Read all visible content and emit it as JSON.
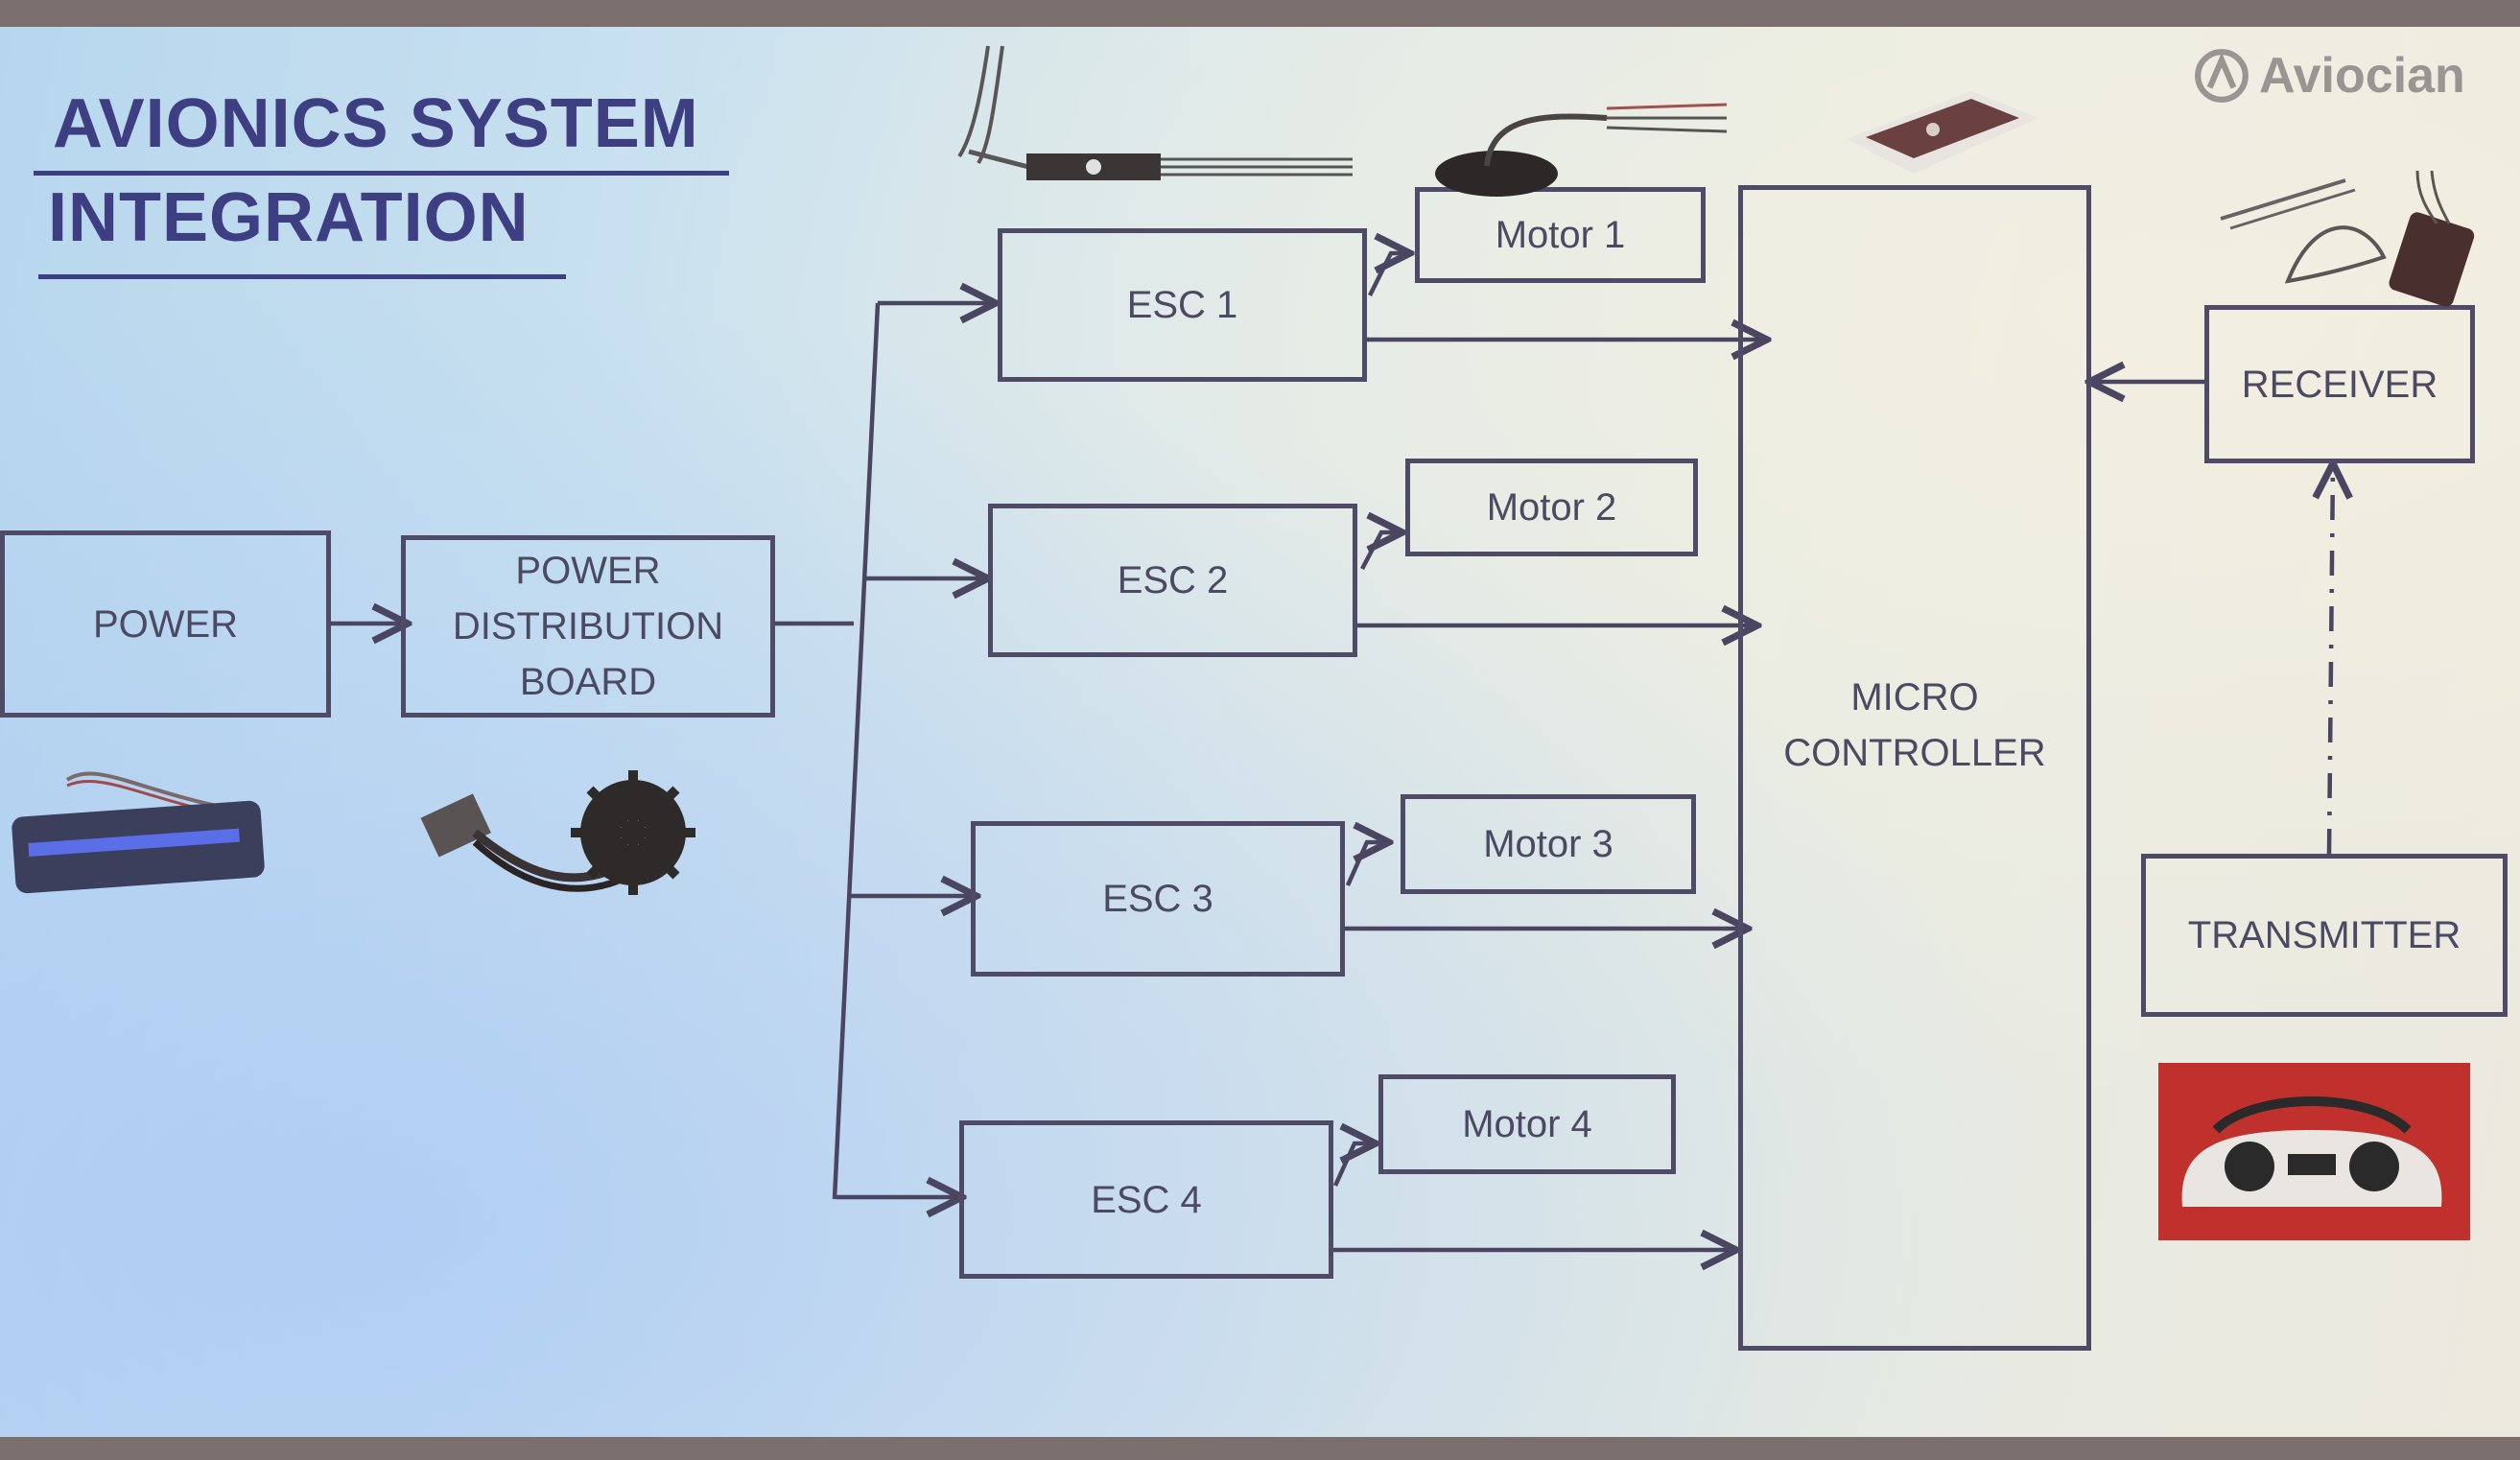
{
  "title": {
    "line1": "AVIONICS SYSTEM",
    "line2": "INTEGRATION"
  },
  "logo": {
    "text": "Aviocian"
  },
  "blocks": {
    "power": "POWER",
    "pdb": "POWER\nDISTRIBUTION\nBOARD",
    "esc1": "ESC 1",
    "esc2": "ESC 2",
    "esc3": "ESC 3",
    "esc4": "ESC 4",
    "motor1": "Motor 1",
    "motor2": "Motor 2",
    "motor3": "Motor 3",
    "motor4": "Motor 4",
    "micro": "MICRO\nCONTROLLER",
    "receiver": "RECEIVER",
    "transmitter": "TRANSMITTER"
  },
  "connections": [
    {
      "from": "power",
      "to": "pdb",
      "style": "arrow"
    },
    {
      "from": "pdb",
      "to": "esc1",
      "style": "arrow"
    },
    {
      "from": "pdb",
      "to": "esc2",
      "style": "arrow"
    },
    {
      "from": "pdb",
      "to": "esc3",
      "style": "arrow"
    },
    {
      "from": "pdb",
      "to": "esc4",
      "style": "arrow"
    },
    {
      "from": "esc1",
      "to": "motor1",
      "style": "arrow"
    },
    {
      "from": "esc2",
      "to": "motor2",
      "style": "arrow"
    },
    {
      "from": "esc3",
      "to": "motor3",
      "style": "arrow"
    },
    {
      "from": "esc4",
      "to": "motor4",
      "style": "arrow"
    },
    {
      "from": "esc1",
      "to": "micro",
      "style": "arrow"
    },
    {
      "from": "esc2",
      "to": "micro",
      "style": "arrow"
    },
    {
      "from": "esc3",
      "to": "micro",
      "style": "arrow"
    },
    {
      "from": "esc4",
      "to": "micro",
      "style": "arrow"
    },
    {
      "from": "receiver",
      "to": "micro",
      "style": "arrow"
    },
    {
      "from": "transmitter",
      "to": "receiver",
      "style": "dashed-arrow"
    }
  ],
  "colors": {
    "title": "#3e3f82",
    "box_border": "#4f4a66",
    "arrow": "#4a4560",
    "transmitter_photo_bg": "#c0312e"
  },
  "photos": [
    "battery",
    "power-distribution-board",
    "esc-board",
    "brushless-motor",
    "flight-controller-board",
    "receiver-module",
    "rc-transmitter"
  ]
}
